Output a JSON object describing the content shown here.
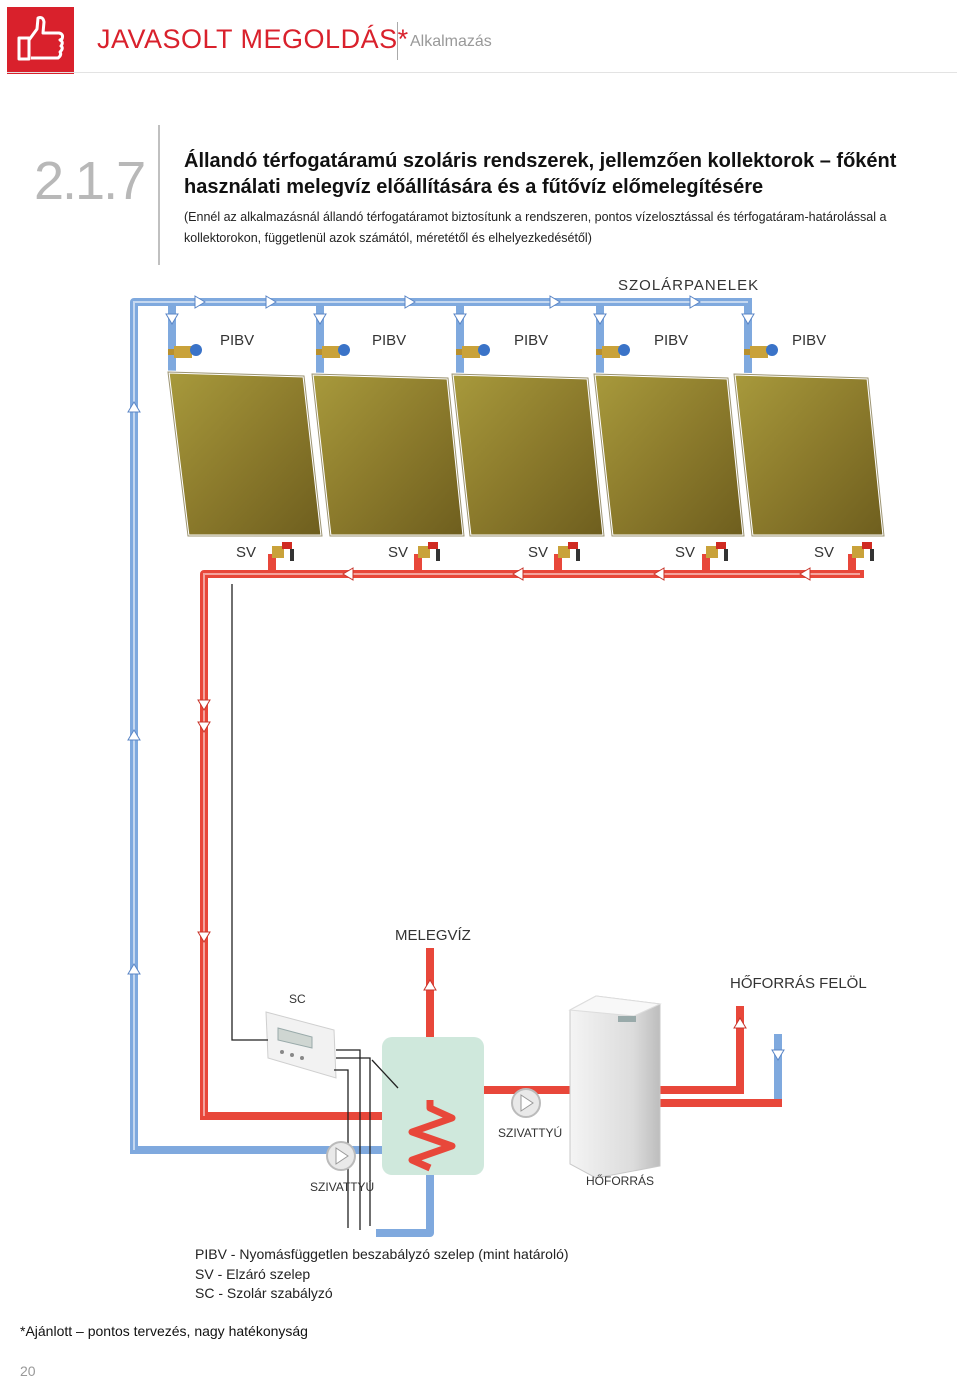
{
  "header": {
    "title": "JAVASOLT MEGOLDÁS*",
    "subtitle": "Alkalmazás"
  },
  "section": {
    "number": "2.1.7",
    "title": "Állandó térfogatáramú szoláris rendszerek, jellemzően kollektorok – főként használati melegvíz előállítására és a fűtővíz előmelegítésére",
    "description": "(Ennél az alkalmazásnál állandó térfogatáramot biztosítunk a rendszeren, pontos vízelosztással és térfogatáram-határolással a kollektorokon, függetlenül azok számától, méretétől és elhelyezkedésétől)"
  },
  "diagram": {
    "panels_label": "SZOLÁRPANELEK",
    "pibv_labels": [
      "PIBV",
      "PIBV",
      "PIBV",
      "PIBV",
      "PIBV"
    ],
    "sv_labels": [
      "SV",
      "SV",
      "SV",
      "SV",
      "SV"
    ],
    "melegviz_label": "MELEGVÍZ",
    "hoforras_felol_label": "HŐFORRÁS FELÖL",
    "sc_label": "SC",
    "pump_label_right": "SZIVATTYÚ",
    "pump_label_left": "SZIVATTYÚ",
    "hoforras_label": "HŐFORRÁS",
    "colors": {
      "hot": "#e8473a",
      "cold": "#7fa9de",
      "panel": "#8a7a2a",
      "tank": "#cfe8dc",
      "brand": "#d9212c"
    }
  },
  "legend": [
    {
      "code": "PIBV",
      "text": " - Nyomásfüggetlen beszabályzó szelep (mint határoló)"
    },
    {
      "code": "SV",
      "text": " - Elzáró szelep"
    },
    {
      "code": "SC",
      "text": " - Szolár szabályzó"
    }
  ],
  "footnote": "*Ajánlott – pontos tervezés, nagy hatékonyság",
  "page_number": "20"
}
